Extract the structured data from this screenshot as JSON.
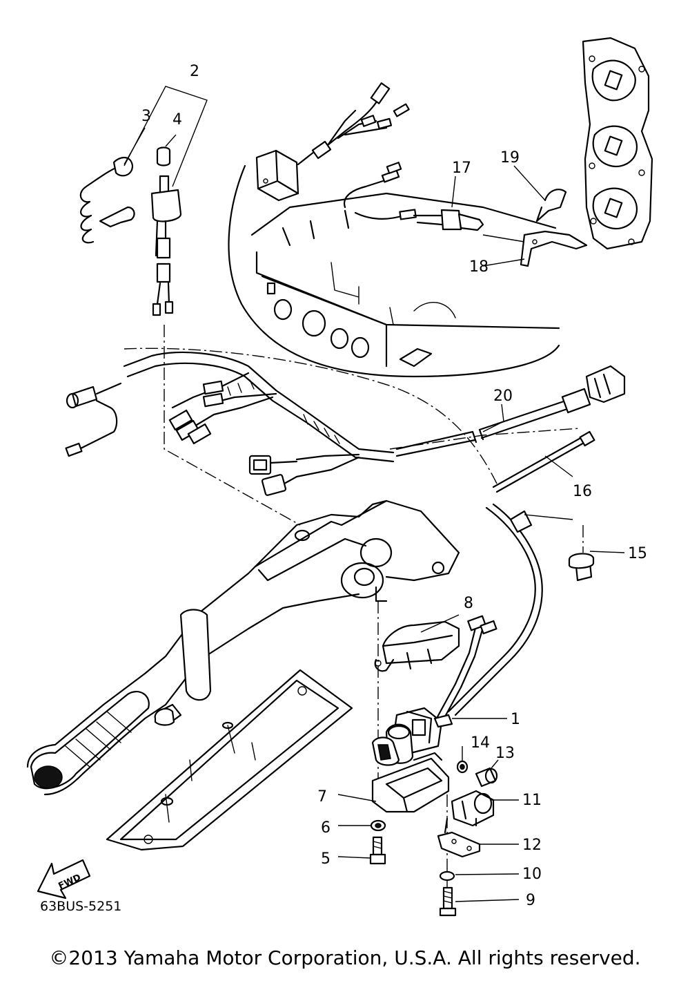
{
  "diagram": {
    "callouts": [
      "1",
      "2",
      "3",
      "4",
      "5",
      "6",
      "7",
      "8",
      "9",
      "10",
      "11",
      "12",
      "13",
      "14",
      "15",
      "16",
      "17",
      "18",
      "19",
      "20"
    ],
    "fwd_label": "FWD",
    "drawing_code": "63BUS-5251"
  },
  "footer": {
    "copyright": "©2013 Yamaha Motor Corporation, U.S.A. All rights reserved."
  }
}
